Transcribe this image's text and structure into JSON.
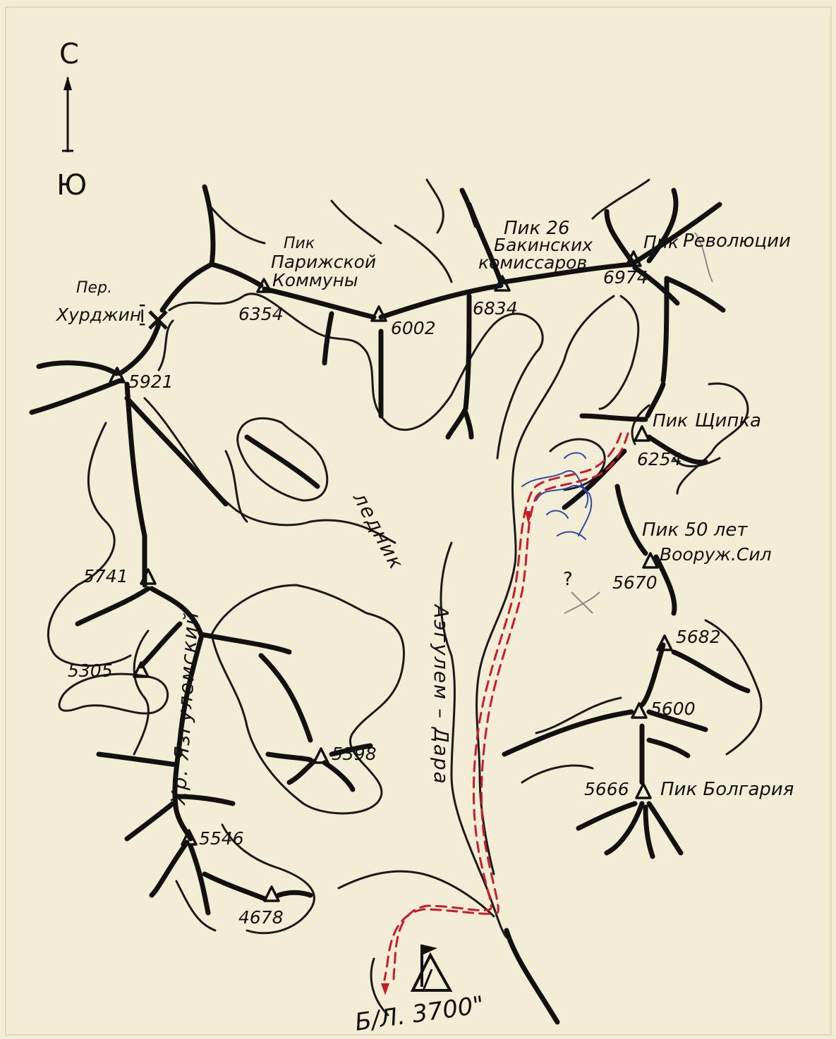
{
  "compass": {
    "north": "С",
    "south": "Ю"
  },
  "pass": {
    "line1": "Пер.",
    "line2": "Хурджин",
    "numeral": "I"
  },
  "peaks": {
    "parizh": {
      "line1": "Пик",
      "line2": "Парижской",
      "line3": "Коммуны",
      "height": "6354"
    },
    "p6002": {
      "height": "6002"
    },
    "baku": {
      "line1": "Пик 26",
      "line2": "Бакинских",
      "line3": "комиссаров",
      "height": "6834"
    },
    "revol": {
      "line1": "Пик",
      "line2": "Революции",
      "height": "6974"
    },
    "p5921": {
      "height": "5921"
    },
    "shipka": {
      "line1": "Пик",
      "line2": "Щипка",
      "height": "6254"
    },
    "p50": {
      "line1": "Пик 50 лет",
      "line2": "Вооруж.Сил",
      "height": "5670"
    },
    "p5741": {
      "height": "5741"
    },
    "p5682": {
      "height": "5682"
    },
    "p5305": {
      "height": "5305"
    },
    "p5600": {
      "height": "5600"
    },
    "p5398": {
      "height": "5398"
    },
    "bolg": {
      "name": "Пик Болгария",
      "height": "5666"
    },
    "p5546": {
      "height": "5546"
    },
    "p4678": {
      "height": "4678"
    }
  },
  "glacier": {
    "word1": "ледник",
    "word2": "Аэгулем – Дара"
  },
  "range": {
    "name": "Хр. Язгулемский"
  },
  "camp": {
    "label": "Б/Л. 3700\""
  },
  "question_mark": "?",
  "colors": {
    "paper": "#f4edd5",
    "ink": "#111111",
    "route": "#c81e2a",
    "scribble": "#2a4aa8"
  }
}
